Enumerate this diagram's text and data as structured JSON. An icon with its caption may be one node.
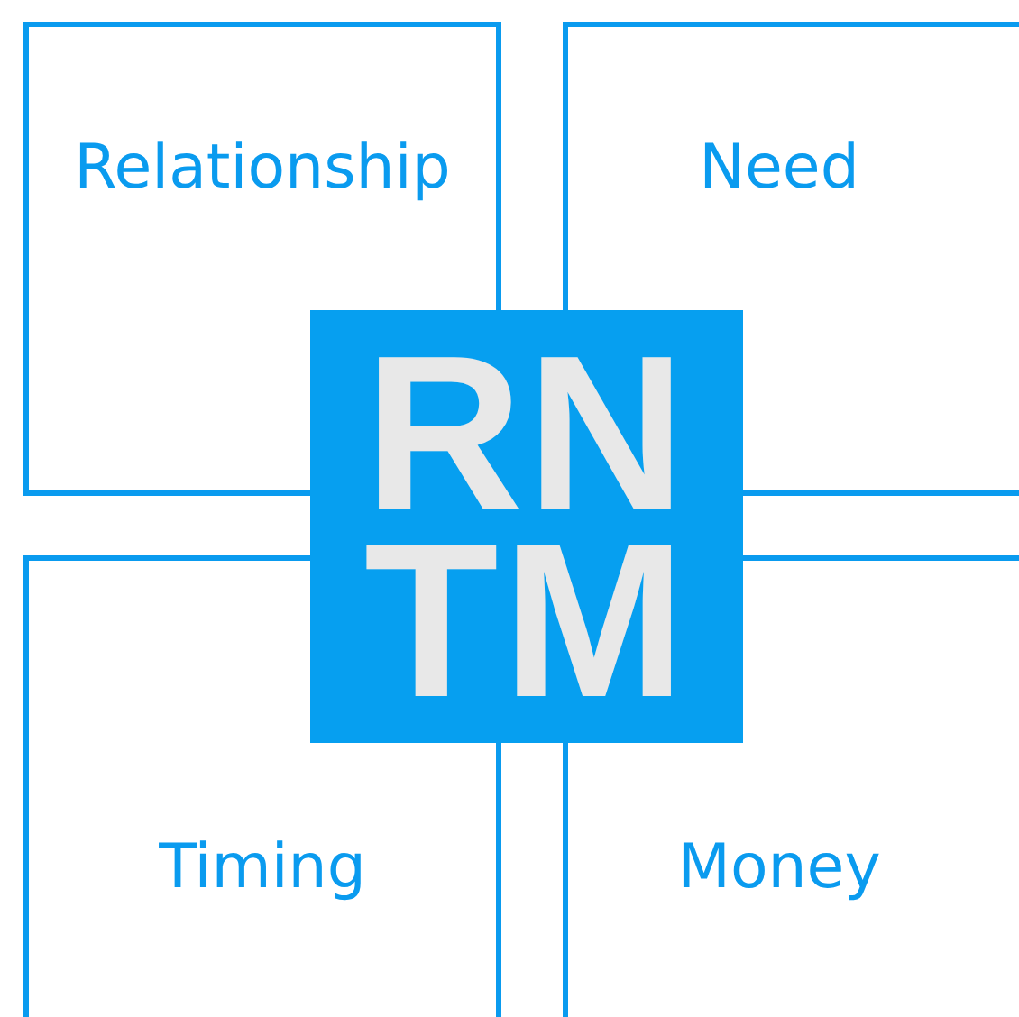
{
  "diagram": {
    "nodes": [
      {
        "text": [
          "Relationship"
        ]
      },
      {
        "text": [
          "Need"
        ]
      },
      {
        "text": [
          "Timing"
        ]
      },
      {
        "text": [
          "Money"
        ]
      },
      {
        "text": [
          "RN TM"
        ]
      }
    ]
  }
}
